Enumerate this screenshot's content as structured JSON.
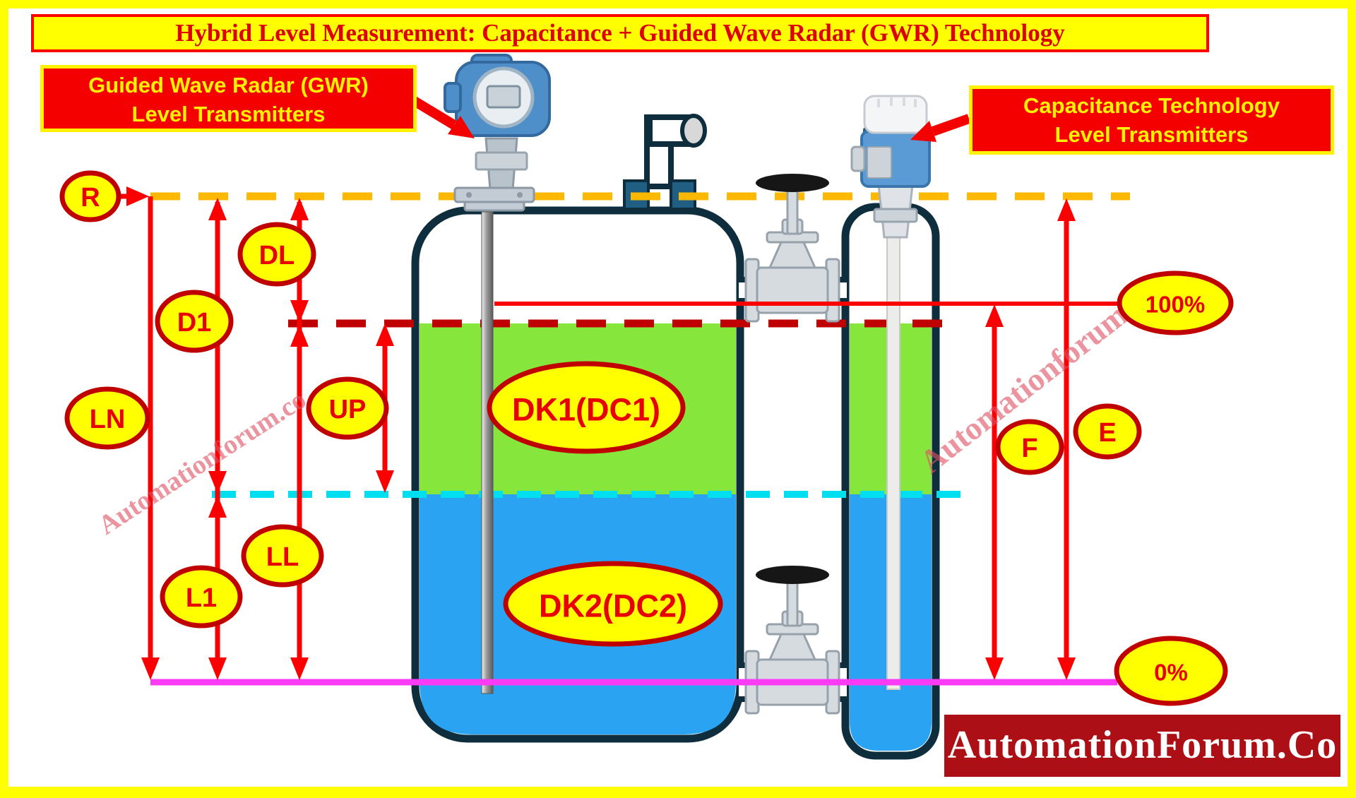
{
  "title": "Hybrid Level Measurement: Capacitance + Guided Wave Radar (GWR) Technology",
  "callouts": {
    "gwr": {
      "line1": "Guided Wave Radar (GWR)",
      "line2": "Level Transmitters"
    },
    "capacitance": {
      "line1": "Capacitance Technology",
      "line2": "Level Transmitters"
    }
  },
  "dims": {
    "r": "R",
    "dl": "DL",
    "d1": "D1",
    "ln": "LN",
    "up": "UP",
    "ll": "LL",
    "l1": "L1",
    "f": "F",
    "e": "E"
  },
  "levels": {
    "full": "100%",
    "empty": "0%"
  },
  "liquids": {
    "upper": "DK1(DC1)",
    "lower": "DK2(DC2)"
  },
  "watermark": "Automationforum.co",
  "logo": "AutomationForum.Co",
  "colors": {
    "page_border": "#FFFF00",
    "title_text": "#DE0000",
    "callout_bg": "#F50000",
    "callout_text": "#FFF200",
    "dimension_red": "#FB0000",
    "ellipse_fill": "#FFFF00",
    "ellipse_border": "#C00000",
    "reference_line_orange": "#FFB800",
    "level_100_dashed": "#C00000",
    "interface_cyan": "#00DFF0",
    "level_0_magenta": "#F93BF5",
    "upper_liquid_green": "#86E63C",
    "lower_liquid_blue": "#2AA4F2",
    "vessel_outline": "#0E2D3D",
    "logo_bg": "#AC1016"
  }
}
